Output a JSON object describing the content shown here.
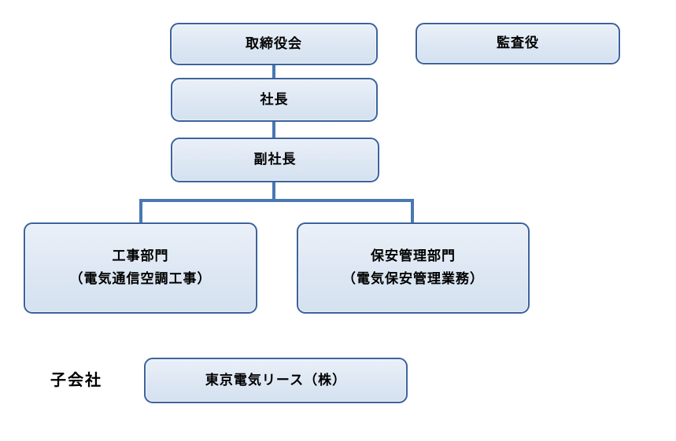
{
  "diagram": {
    "type": "org-chart",
    "nodes": {
      "board": {
        "label": "取締役会"
      },
      "auditor": {
        "label": "監査役"
      },
      "president": {
        "label": "社長"
      },
      "vice_president": {
        "label": "副社長"
      },
      "construction_division": {
        "line1": "工事部門",
        "line2": "（電気通信空調工事）"
      },
      "safety_division": {
        "line1": "保安管理部門",
        "line2": "（電気保安管理業務）"
      },
      "subsidiary_company": {
        "label": "東京電気リース（株）"
      }
    },
    "labels": {
      "subsidiary": "子会社"
    },
    "edges": [
      {
        "from": "board",
        "to": "president"
      },
      {
        "from": "president",
        "to": "vice_president"
      },
      {
        "from": "vice_president",
        "to": "construction_division"
      },
      {
        "from": "vice_president",
        "to": "safety_division"
      }
    ],
    "colors": {
      "box_fill": "#dde7f3",
      "box_border": "#3c639c",
      "connector": "#4a78b2",
      "text": "#000000",
      "background": "#ffffff"
    }
  }
}
